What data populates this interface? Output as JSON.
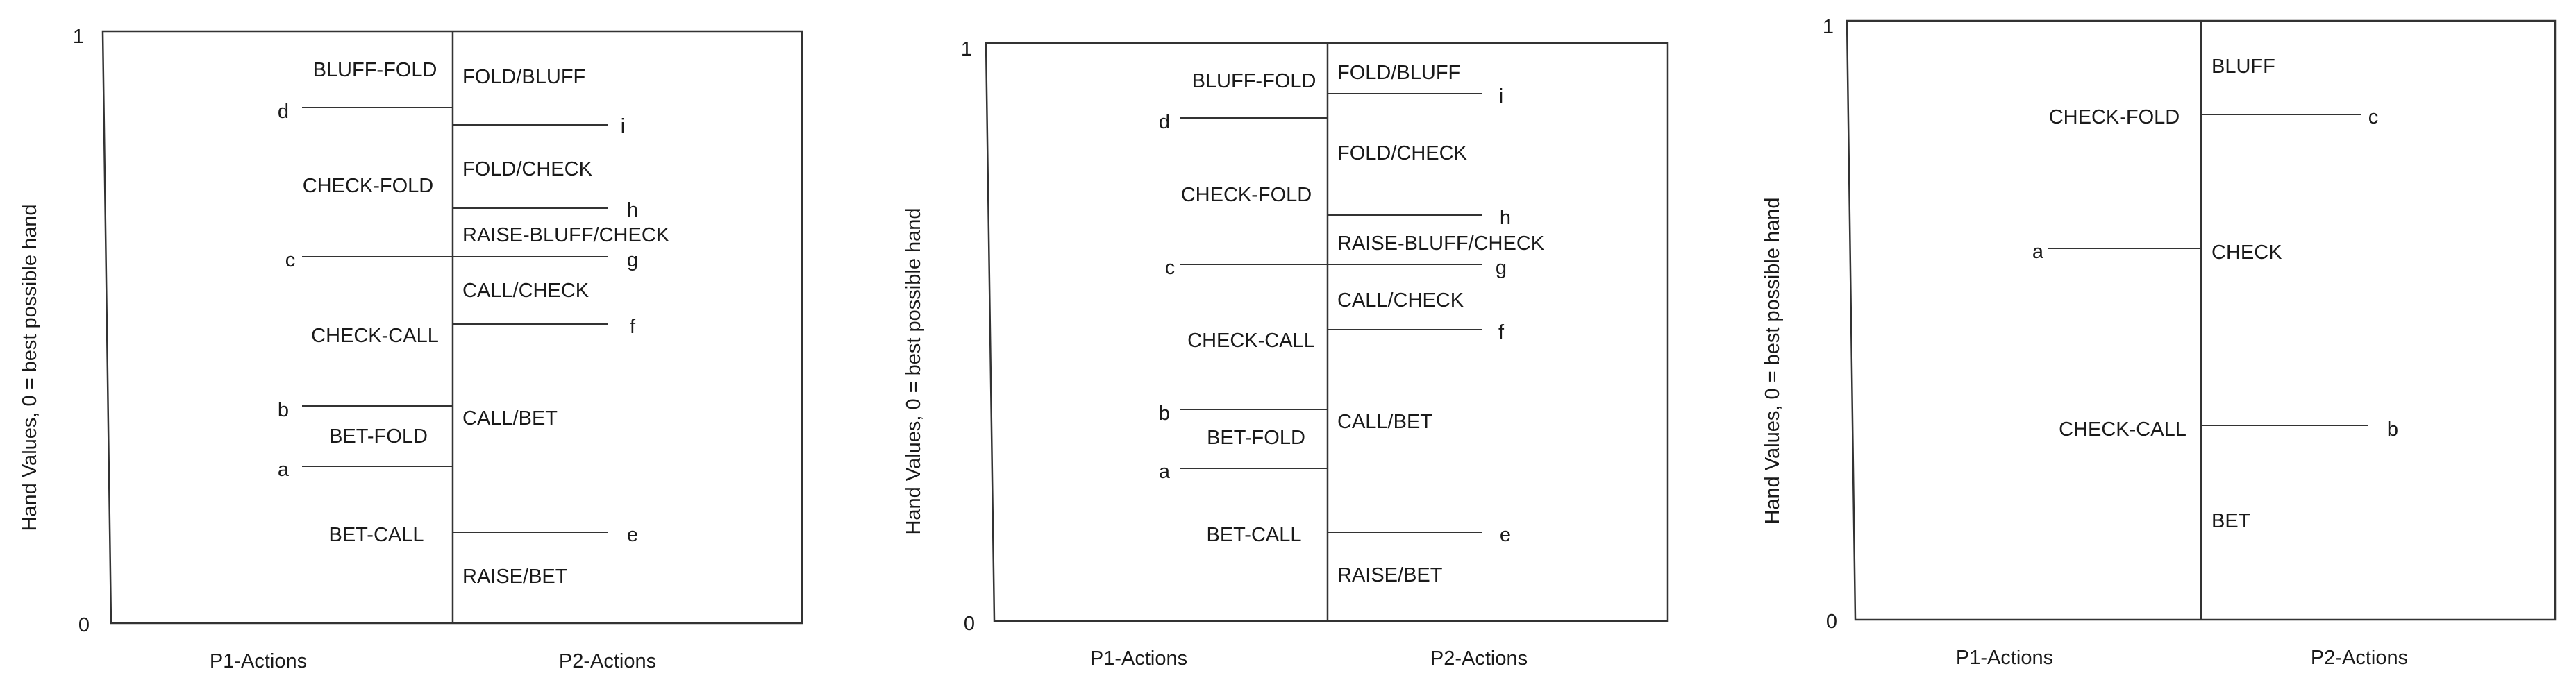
{
  "panels": [
    {
      "y_axis_label": "Hand Values, 0 = best possible hand",
      "y_top": "1",
      "y_bottom": "0",
      "x_label_left": "P1-Actions",
      "x_label_right": "P2-Actions",
      "p1_regions": [
        "BLUFF-FOLD",
        "CHECK-FOLD",
        "CHECK-CALL",
        "BET-FOLD",
        "BET-CALL"
      ],
      "p1_thresholds": [
        "d",
        "c",
        "b",
        "a"
      ],
      "p2_regions": [
        "FOLD/BLUFF",
        "FOLD/CHECK",
        "RAISE-BLUFF/CHECK",
        "CALL/CHECK",
        "CALL/BET",
        "RAISE/BET"
      ],
      "p2_thresholds": [
        "i",
        "h",
        "g",
        "f",
        "e"
      ]
    },
    {
      "y_axis_label": "Hand Values, 0 = best possible hand",
      "y_top": "1",
      "y_bottom": "0",
      "x_label_left": "P1-Actions",
      "x_label_right": "P2-Actions",
      "p1_regions": [
        "BLUFF-FOLD",
        "CHECK-FOLD",
        "CHECK-CALL",
        "BET-FOLD",
        "BET-CALL"
      ],
      "p1_thresholds": [
        "d",
        "c",
        "b",
        "a"
      ],
      "p2_regions": [
        "FOLD/BLUFF",
        "FOLD/CHECK",
        "RAISE-BLUFF/CHECK",
        "CALL/CHECK",
        "CALL/BET",
        "RAISE/BET"
      ],
      "p2_thresholds": [
        "i",
        "h",
        "g",
        "f",
        "e"
      ]
    },
    {
      "y_axis_label": "Hand Values, 0 = best possible hand",
      "y_top": "1",
      "y_bottom": "0",
      "x_label_left": "P1-Actions",
      "x_label_right": "P2-Actions",
      "p1_regions": [
        "CHECK-FOLD",
        "CHECK-CALL"
      ],
      "p1_thresholds": [
        "a"
      ],
      "p2_regions": [
        "BLUFF",
        "CHECK",
        "BET"
      ],
      "p2_thresholds": [
        "c",
        "b"
      ]
    }
  ]
}
